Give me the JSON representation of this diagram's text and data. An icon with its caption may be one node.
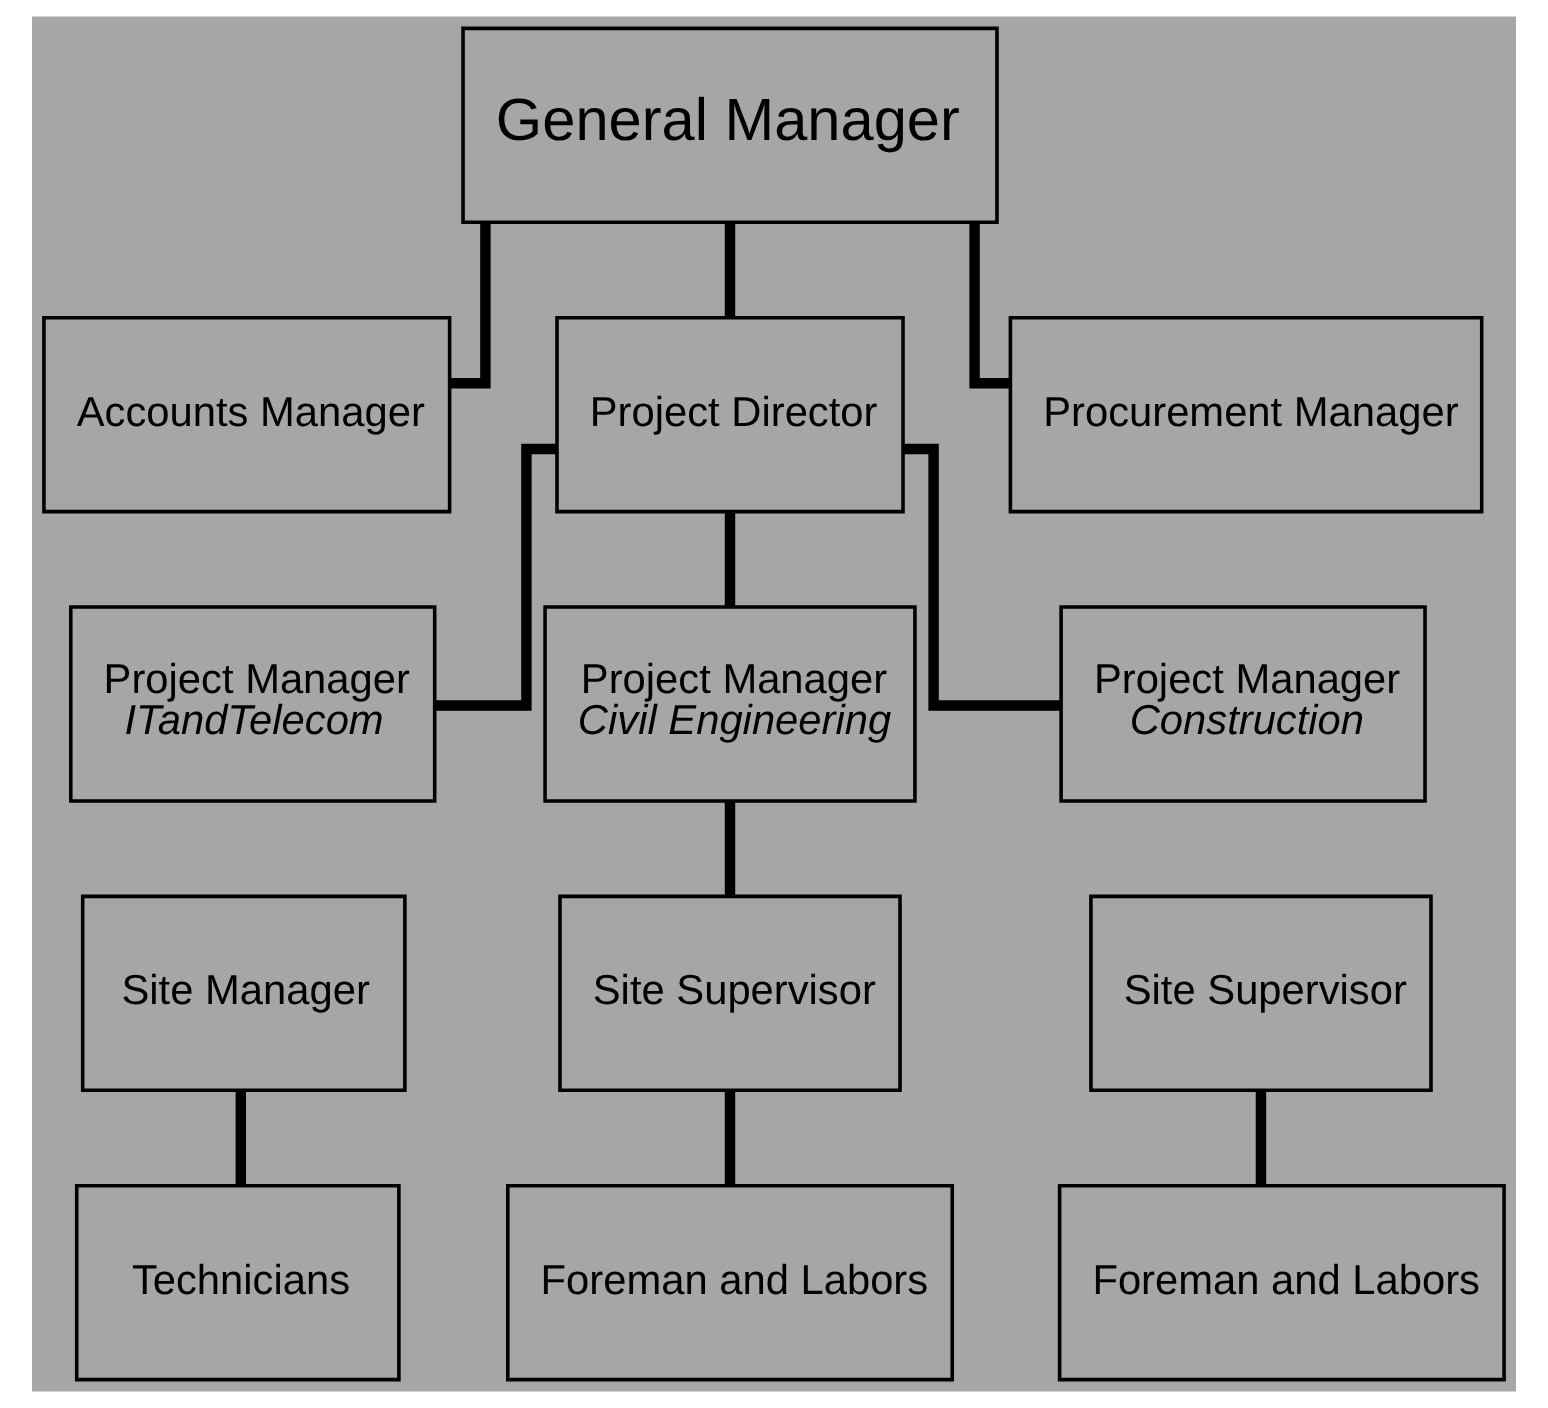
{
  "diagram": {
    "nodes": [
      {
        "text": [
          "General Manager"
        ]
      },
      {
        "text": [
          "Accounts Manager"
        ]
      },
      {
        "text": [
          "Project Director"
        ]
      },
      {
        "text": [
          "Procurement Manager"
        ]
      },
      {
        "text": [
          "Project Manager *ITandTelecom*"
        ]
      },
      {
        "text": [
          "Project Manager *Civil Engineering*"
        ]
      },
      {
        "text": [
          "Project Manager *Construction*"
        ]
      },
      {
        "text": [
          "Site Manager"
        ]
      },
      {
        "text": [
          "Site Supervisor"
        ]
      },
      {
        "text": [
          "Site Supervisor"
        ]
      },
      {
        "text": [
          "Technicians"
        ]
      },
      {
        "text": [
          "Foreman and Labors"
        ]
      },
      {
        "text": [
          "Foreman and Labors"
        ]
      }
    ],
    "edges": [
      {
        "from": 0,
        "to": 1,
        "arrow": "none"
      },
      {
        "from": 0,
        "to": 2,
        "arrow": "none"
      },
      {
        "from": 0,
        "to": 3,
        "arrow": "none"
      },
      {
        "from": 2,
        "to": 4,
        "arrow": "none"
      },
      {
        "from": 2,
        "to": 5,
        "arrow": "none"
      },
      {
        "from": 2,
        "to": 6,
        "arrow": "none"
      },
      {
        "from": 5,
        "to": 8,
        "arrow": "none"
      },
      {
        "from": 7,
        "to": 10,
        "arrow": "none"
      },
      {
        "from": 8,
        "to": 11,
        "arrow": "none"
      },
      {
        "from": 9,
        "to": 12,
        "arrow": "none"
      }
    ]
  }
}
